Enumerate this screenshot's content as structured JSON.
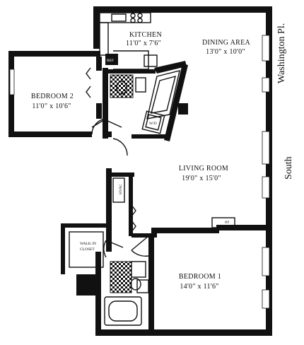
{
  "rooms": {
    "kitchen": {
      "name": "KITCHEN",
      "dims": "11'0\" x 7'6\""
    },
    "dining": {
      "name": "DINING AREA",
      "dims": "13'0\" x 10'0\""
    },
    "bedroom2": {
      "name": "BEDROOM 2",
      "dims": "11'0\" x 10'6\""
    },
    "living": {
      "name": "LIVING ROOM",
      "dims": "19'0\" x 15'0\""
    },
    "bedroom1": {
      "name": "BEDROOM 1",
      "dims": "14'0\" x 11'6\""
    }
  },
  "fixtures": {
    "fridge": "REF",
    "washer_dryer": "W/D",
    "hvac": "HVAC",
    "fireplace": "FP",
    "closet_line1": "WALK IN",
    "closet_line2": "CLOSET"
  },
  "streets": {
    "east": "Washington Pl.",
    "south": "South"
  }
}
